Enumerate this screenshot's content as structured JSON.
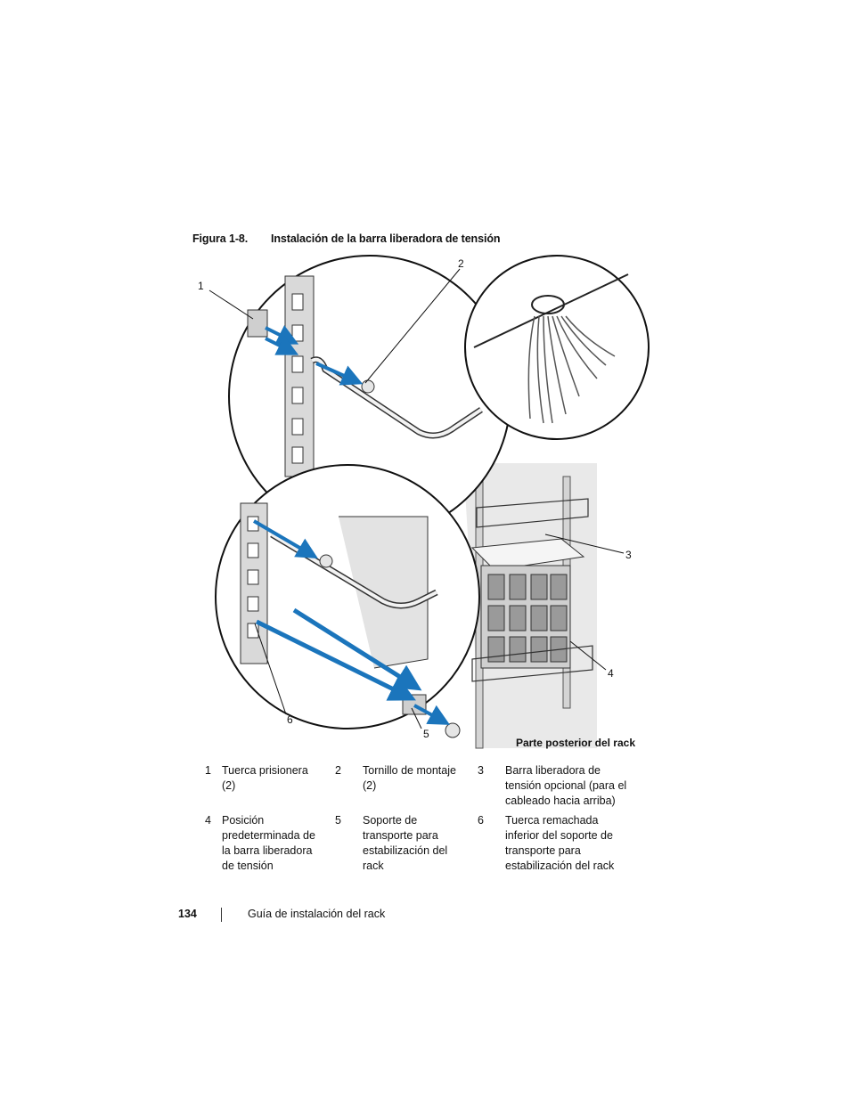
{
  "caption": {
    "number": "Figura 1-8.",
    "title": "Instalación de la barra liberadora de tensión"
  },
  "figure": {
    "callouts": [
      "1",
      "2",
      "3",
      "4",
      "5",
      "6"
    ],
    "rack_label": "Parte posterior del rack",
    "arrow_color": "#1b75bc"
  },
  "legend": [
    {
      "num": "1",
      "text": "Tuerca prisionera (2)"
    },
    {
      "num": "2",
      "text": "Tornillo de montaje (2)"
    },
    {
      "num": "3",
      "text": "Barra liberadora de tensión opcional (para el cableado hacia arriba)"
    },
    {
      "num": "4",
      "text": "Posición predeterminada de la barra liberadora de tensión"
    },
    {
      "num": "5",
      "text": "Soporte de transporte para estabilización del rack"
    },
    {
      "num": "6",
      "text": "Tuerca remachada inferior del soporte de transporte para estabilización del rack"
    }
  ],
  "footer": {
    "page_number": "134",
    "doc_title": "Guía de instalación del rack"
  }
}
